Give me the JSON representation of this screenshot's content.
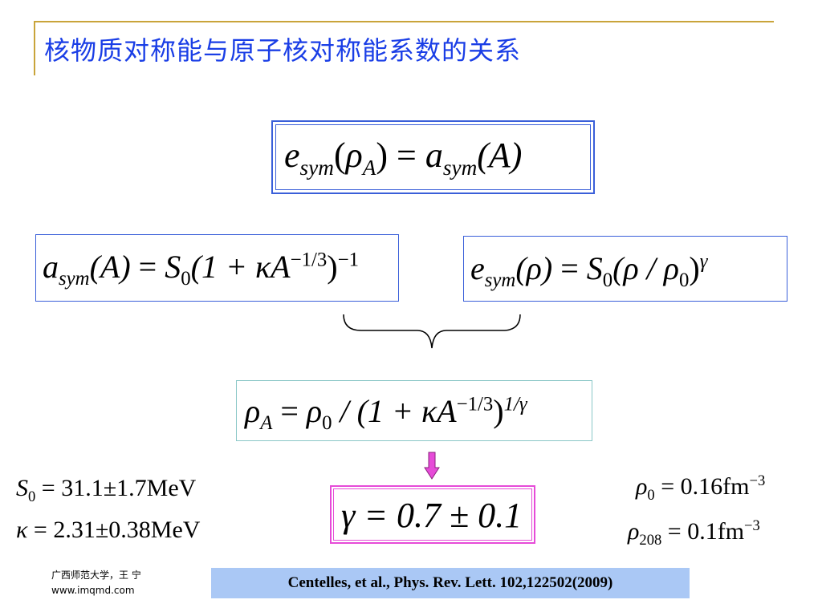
{
  "slide": {
    "title": "核物质对称能与原子核对称能系数的关系",
    "accent_color": "#c9a43a",
    "title_color": "#1a3ee6"
  },
  "equations": {
    "eq1": {
      "lhs": "e",
      "lhs_sub": "sym",
      "arg_open": "(",
      "rho": "ρ",
      "rho_sub": "A",
      "arg_close": ")",
      "eq": " = ",
      "rhs": "a",
      "rhs_sub": "sym",
      "rhs_arg": "(A)"
    },
    "eq2": {
      "a": "a",
      "a_sub": "sym",
      "arg": "(A)",
      "eq": " = ",
      "S": "S",
      "S_sub": "0",
      "body": "(1 + κA",
      "exp": "−1/3",
      "close": ")",
      "close_exp": "−1"
    },
    "eq3": {
      "e": "e",
      "e_sub": "sym",
      "arg": "(ρ)",
      "eq": " = ",
      "S": "S",
      "S_sub": "0",
      "body": "(ρ / ρ",
      "rho_sub": "0",
      "close": ")",
      "close_exp": "γ"
    },
    "eq4": {
      "rho": "ρ",
      "rho_sub": "A",
      "eq": " = ",
      "rho0": "ρ",
      "rho0_sub": "0",
      "body": " / (1 + κA",
      "exp": "−1/3",
      "close": ")",
      "close_exp": "1/γ"
    },
    "eq5": {
      "text": "γ = 0.7 ± 0.1"
    }
  },
  "params_left": {
    "s0": {
      "sym": "S",
      "sub": "0",
      "rest": " = 31.1±1.7MeV"
    },
    "kappa": {
      "sym": "κ",
      "rest": " = 2.31±0.38MeV"
    }
  },
  "params_right": {
    "rho0": {
      "sym": "ρ",
      "sub": "0",
      "rest": " = 0.16fm",
      "exp": "−3"
    },
    "rho208": {
      "sym": "ρ",
      "sub": "208",
      "rest": " = 0.1fm",
      "exp": "−3"
    }
  },
  "footer": {
    "org": "广西师范大学，王 宁",
    "site": "www.imqmd.com",
    "reference": "Centelles, et al., Phys. Rev. Lett.  102,122502(2009)"
  },
  "colors": {
    "box_blue": "#3a5fd9",
    "box_teal": "#8ac7c7",
    "box_magenta": "#e64bd8",
    "arrow_magenta": "#e64bd8",
    "ref_bg": "#aac8f5"
  }
}
